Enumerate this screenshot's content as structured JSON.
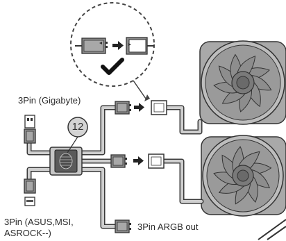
{
  "step_number": "12",
  "labels": {
    "gigabyte": "3Pin (Gigabyte)",
    "asus_line1": "3Pin (ASUS,MSI,",
    "asus_line2": "ASROCK--)",
    "argb_out": "3Pin ARGB out"
  },
  "icons": {
    "hub": "argb-hub-icon",
    "fan": "case-fan-icon",
    "check": "checkmark-icon",
    "arrow": "arrow-right-icon"
  },
  "colors": {
    "line": "#3a3a3a",
    "cable_fill": "#bdbdbd",
    "fan_fill": "#9a9a9a",
    "hub_fill": "#5b5b5b"
  }
}
